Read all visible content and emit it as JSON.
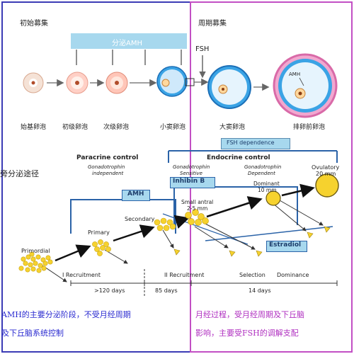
{
  "top": {
    "left_header": "初始募集",
    "right_header": "周期募集",
    "secretion_label": "分泌AMH",
    "fsh_label": "FSH",
    "amh_tag": "AMH",
    "follicles": [
      "始基卵泡",
      "初级卵泡",
      "次级卵泡",
      "小窦卵泡",
      "大窦卵泡",
      "排卵前卵泡"
    ]
  },
  "lower": {
    "fsh_dependence": "FSH dependence",
    "left_side_label": "旁分泌途径",
    "paracrine_title": "Paracrine control",
    "gonad_independent": [
      "Gonadotrophin",
      "independent"
    ],
    "endocrine_title": "Endocrine control",
    "gonad_sensitive": [
      "Gonadotrophin",
      "Sensitive"
    ],
    "gonad_dependent": [
      "Gonadotrophin",
      "Dependent"
    ],
    "ovulatory": [
      "Ovulatory",
      "20 mm"
    ],
    "amh_box": "AMH",
    "inhibin_box": "Inhibin B",
    "dominant": [
      "Dominant",
      "10 mm"
    ],
    "small_antral": [
      "Small antral",
      "2-5 mm"
    ],
    "secondary": "Secondary",
    "primary": "Primary",
    "primordial": "Primordial",
    "estradiol_box": "Estradiol",
    "recruitment_1": "I Recruitment",
    "recruitment_2": "II Recruitment",
    "selection": "Selection",
    "dominance": "Dominance",
    "timeline": [
      ">120 days",
      "85 days",
      "14 days"
    ]
  },
  "captions": {
    "left": [
      "AMH的主要分泌阶段，不受月经周期",
      "及下丘脑系统控制"
    ],
    "right": [
      "月经过程，受月经周期及下丘脑",
      "影响，主要受FSH的调解支配"
    ]
  },
  "colors": {
    "left_panel_border": "#3b3bb5",
    "right_panel_border": "#c24fc4",
    "box_blue": "#a7d8ee",
    "follicle_yellow": "#f6d22e",
    "caption_blue": "#2b2bd0",
    "caption_purple": "#b030c0"
  }
}
